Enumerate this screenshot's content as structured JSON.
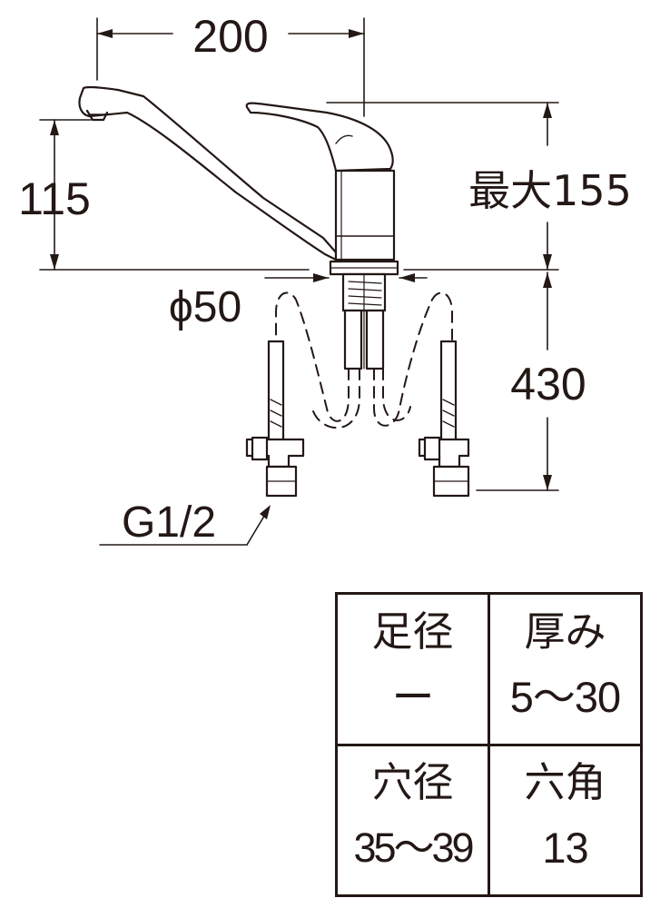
{
  "dimensions": {
    "spout_reach": "200",
    "spout_height": "115",
    "max_height": "最大155",
    "base_diameter": "ϕ50",
    "hose_length": "430",
    "thread": "G1/2"
  },
  "spec_table": {
    "foot_diameter": {
      "label": "足径",
      "value": "ー"
    },
    "thickness": {
      "label": "厚み",
      "value": "5〜30"
    },
    "hole_diameter": {
      "label": "穴径",
      "value": "35〜39"
    },
    "hex": {
      "label": "六角",
      "value": "13"
    }
  },
  "colors": {
    "line": "#231815",
    "background": "#ffffff"
  }
}
